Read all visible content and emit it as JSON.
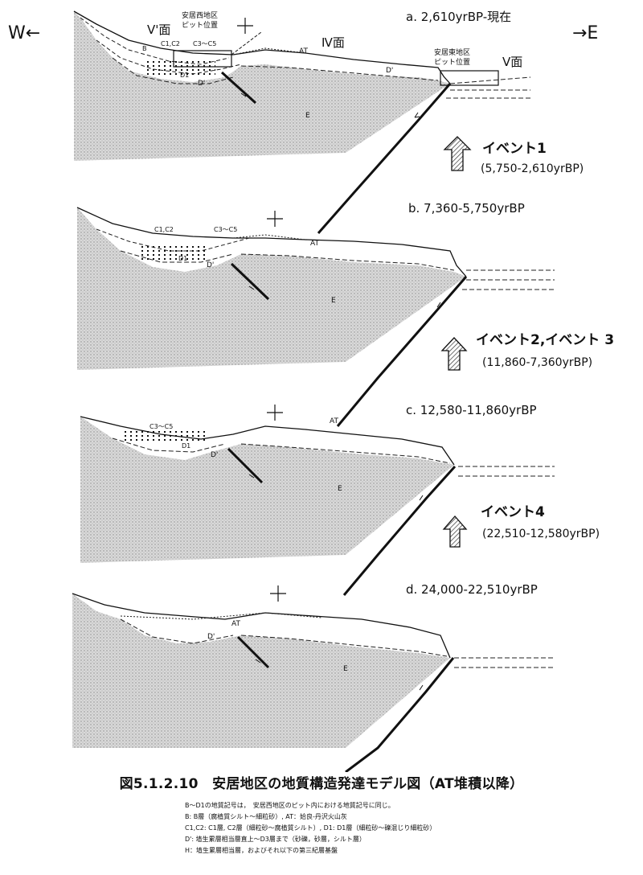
{
  "compass": {
    "west": "W←",
    "east": "→E"
  },
  "panels": [
    {
      "title": "a. 2,610yrBP-現在",
      "labels": {
        "v_prime_surface": "V'面",
        "iv_surface": "Ⅳ面",
        "v_surface": "V面",
        "west_pit_line1": "安居西地区",
        "west_pit_line2": "ピット位置",
        "east_pit_line1": "安居東地区",
        "east_pit_line2": "ピット位置",
        "b": "B",
        "c1c2": "C1,C2",
        "c3c5": "C3～C5",
        "d1": "D1",
        "d_prime": "D'",
        "d_prime_right": "D'",
        "at": "AT",
        "e": "E"
      }
    },
    {
      "title": "b. 7,360-5,750yrBP",
      "labels": {
        "c1c2": "C1,C2",
        "c3c5": "C3～C5",
        "d1": "D1",
        "d_prime": "D'",
        "at": "AT",
        "e": "E"
      }
    },
    {
      "title": "c. 12,580-11,860yrBP",
      "labels": {
        "c3c5": "C3～C5",
        "d1": "D1",
        "d_prime": "D'",
        "at": "AT",
        "e": "E"
      }
    },
    {
      "title": "d. 24,000-22,510yrBP",
      "labels": {
        "at": "AT",
        "d_prime": "D'",
        "e": "E"
      }
    }
  ],
  "events": [
    {
      "name": "イベント1",
      "range": "(5,750-2,610yrBP)"
    },
    {
      "name": "イベント2,イベント 3",
      "range": "(11,860-7,360yrBP)"
    },
    {
      "name": "イベント4",
      "range": "(22,510-12,580yrBP)"
    }
  ],
  "caption": "図5.1.2.10　安居地区の地質構造発達モデル図（AT堆積以降）",
  "notes": [
    "B～D1の地質記号は，　安居西地区のピット内における地質記号に同じ。",
    "B: B層（腐植質シルト～細粒砂）, AT：姶良-丹沢火山灰",
    "C1,C2: C1層, C2層（細粒砂～腐植質シルト）, D1: D1層（細粒砂～礫混じり細粒砂）",
    "D': 埴生累層相当層直上～D3層まで（砂礫，砂層，シルト層）",
    "H：埴生累層相当層，およびそれ以下の第三紀層基盤"
  ]
}
